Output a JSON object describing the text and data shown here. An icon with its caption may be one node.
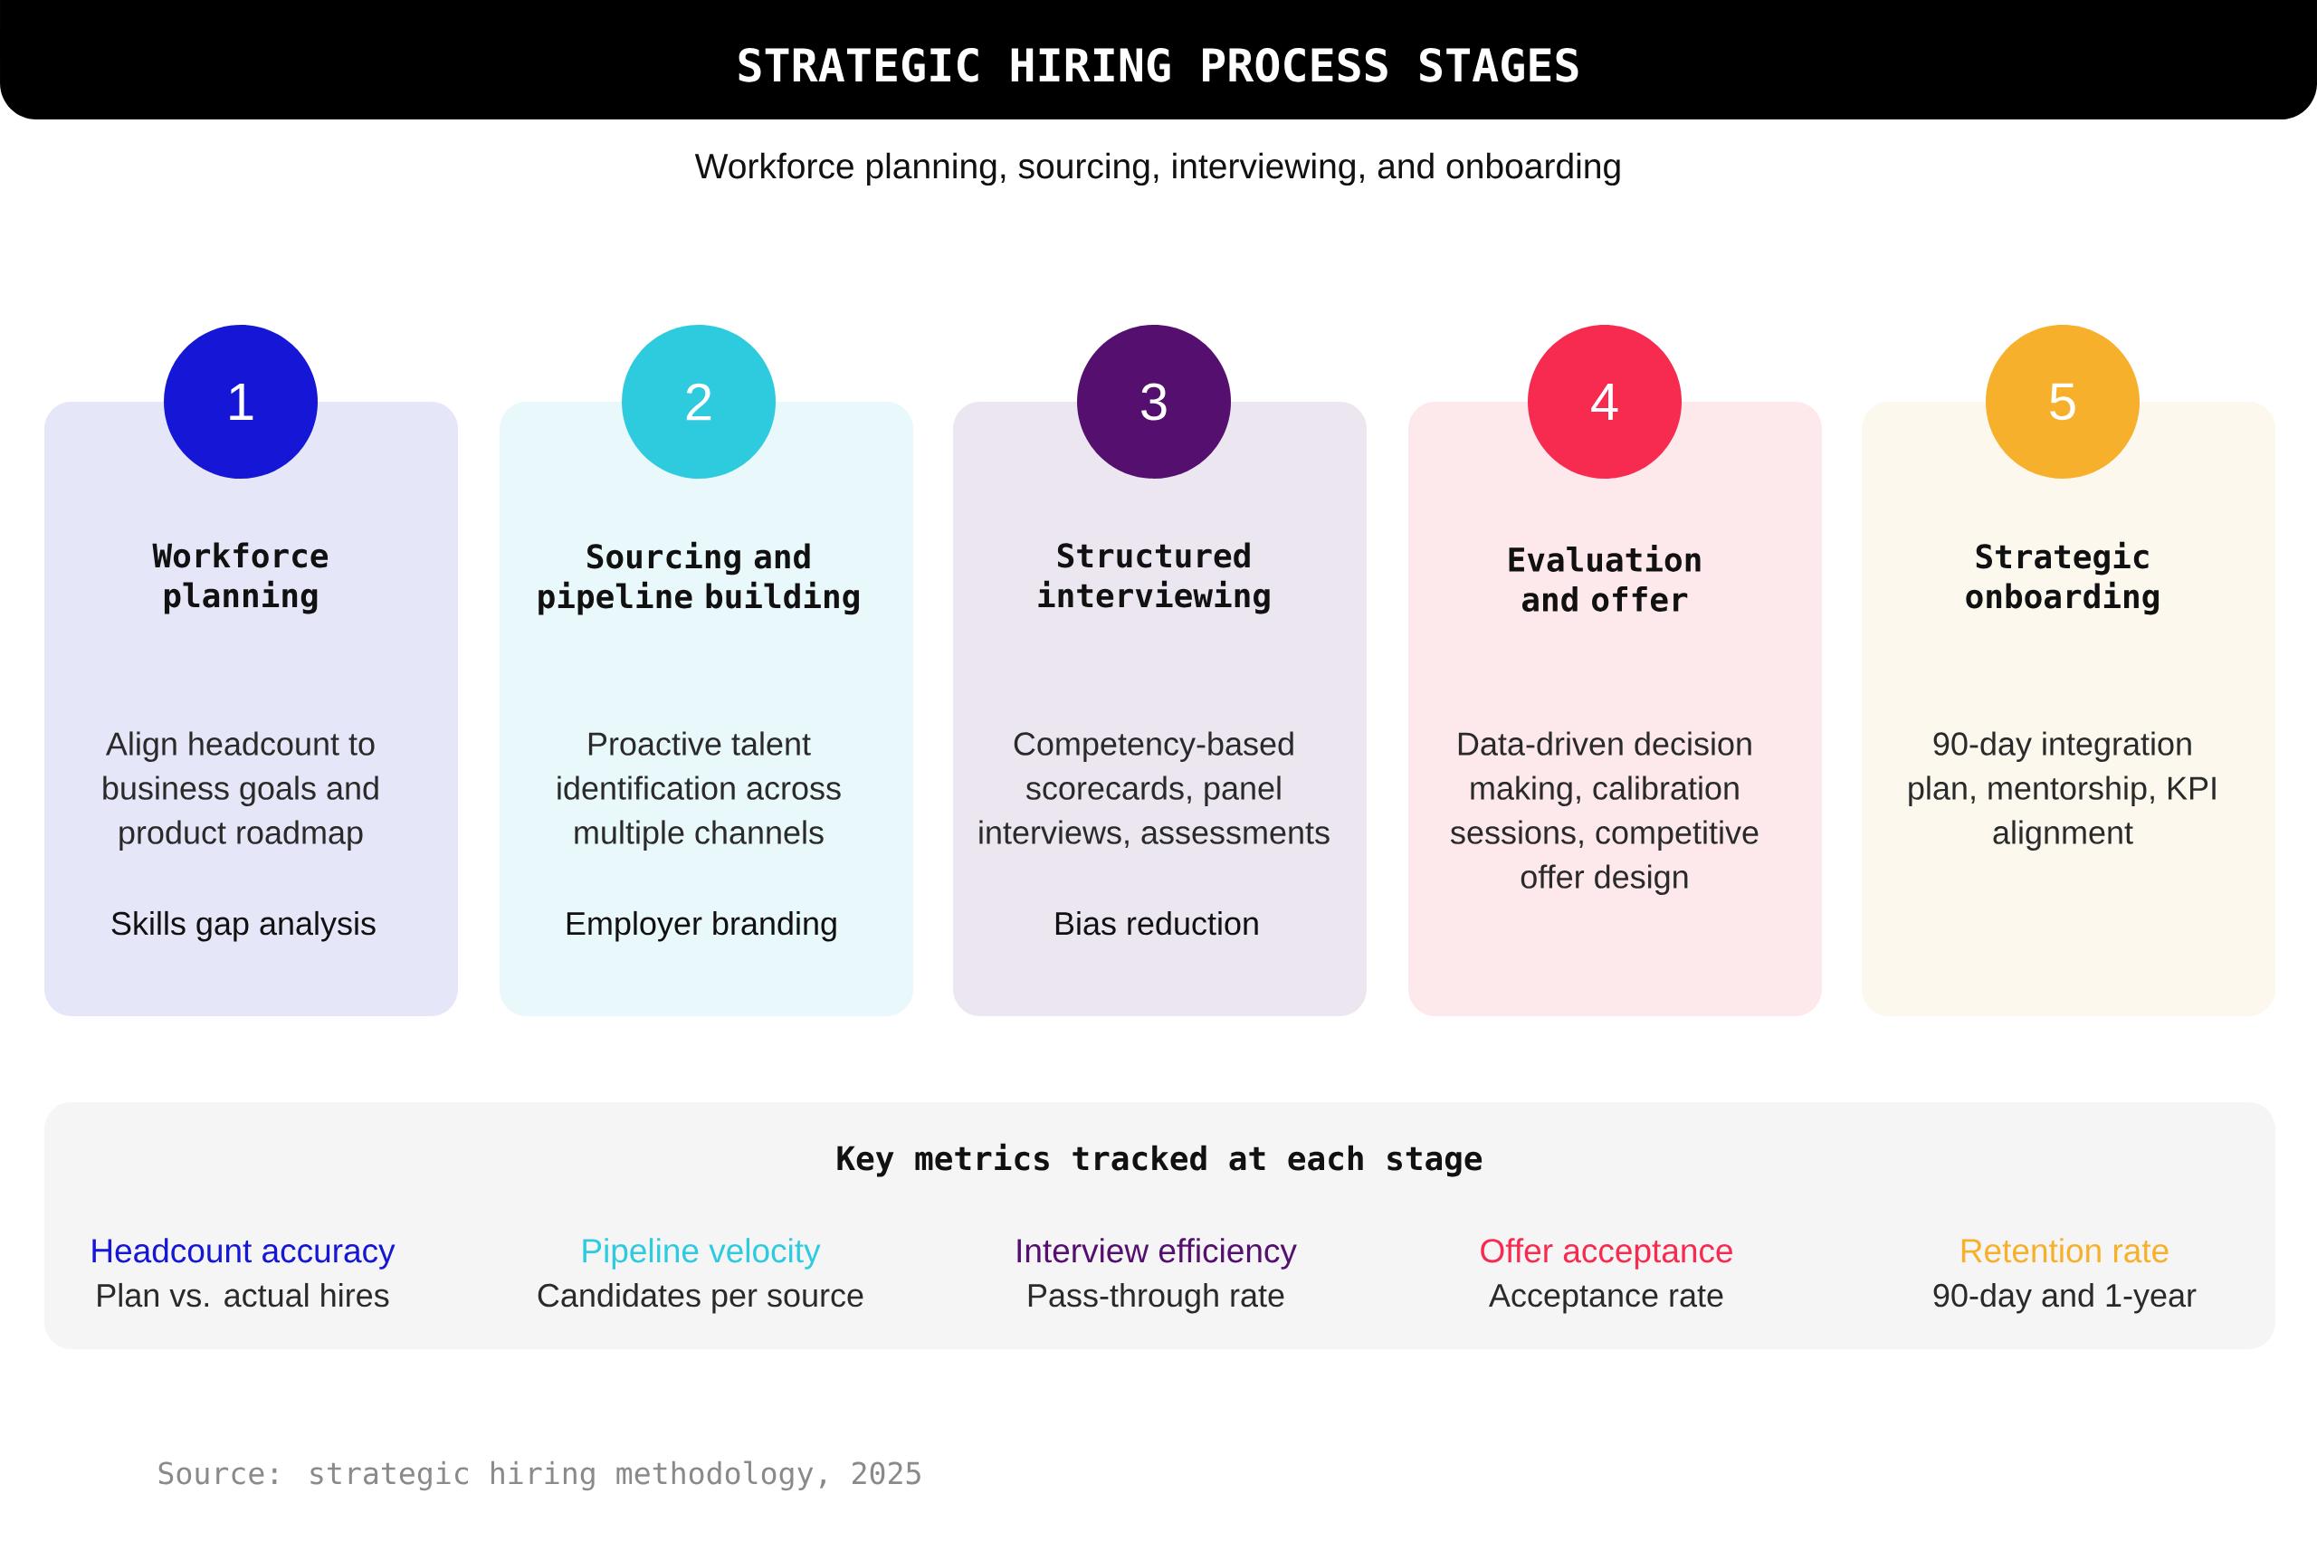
{
  "diagram": {
    "title": "STRATEGIC HIRING PROCESS STAGES",
    "nodes": [
      {
        "text": [
          "1"
        ]
      },
      {
        "text": [
          "Workforce planning",
          "Align headcount to business goals and product roadmap",
          "Skills gap analysis"
        ]
      },
      {
        "text": [
          "2"
        ]
      },
      {
        "text": [
          "Sourcing and pipeline building",
          "Proactive talent identification across multiple channels",
          "Employer branding"
        ]
      },
      {
        "text": [
          "3"
        ]
      },
      {
        "text": [
          "Structured interviewing",
          "Competency-based scorecards, panel interviews, assessments",
          "Bias reduction"
        ]
      },
      {
        "text": [
          "4"
        ]
      },
      {
        "text": [
          "Evaluation and offer",
          "Data-driven decision making, calibration sessions, competitive offer design"
        ]
      },
      {
        "text": [
          "5"
        ]
      },
      {
        "text": [
          "Strategic onboarding",
          "90-day integration plan, mentorship, KPI alignment"
        ]
      },
      {
        "text": [
          "Key metrics tracked at each stage",
          "Headcount accuracy",
          "Plan vs. actual hires",
          "Pipeline velocity",
          "Candidates per source",
          "Interview efficiency",
          "Pass-through rate",
          "Offer acceptance",
          "Acceptance rate",
          "Retention rate",
          "90-day and 1-year"
        ]
      }
    ],
    "labels": [
      "Workforce planning, sourcing, interviewing, and onboarding",
      "Source: strategic hiring methodology, 2025"
    ]
  }
}
